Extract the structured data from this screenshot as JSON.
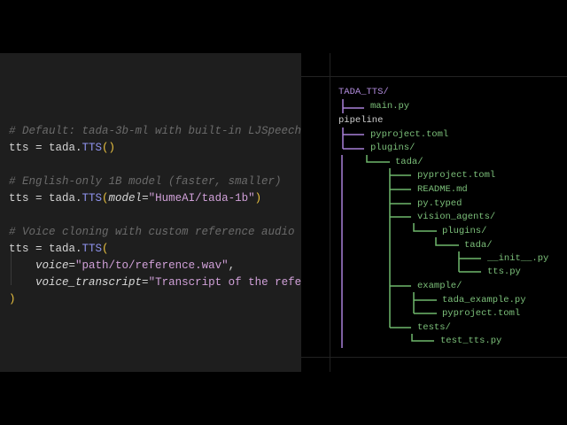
{
  "code": {
    "lines": [
      {
        "tokens": [
          {
            "t": "comment",
            "v": "# Default: tada-3b-ml with built-in LJSpeech"
          }
        ]
      },
      {
        "tokens": [
          {
            "t": "plain",
            "v": "tts = tada."
          },
          {
            "t": "fn",
            "v": "TTS"
          },
          {
            "t": "paren",
            "v": "()"
          }
        ]
      },
      {
        "tokens": [
          {
            "t": "comment",
            "v": "# English-only 1B model (faster, smaller)"
          }
        ]
      },
      {
        "tokens": [
          {
            "t": "plain",
            "v": "tts = tada."
          },
          {
            "t": "fn",
            "v": "TTS"
          },
          {
            "t": "paren",
            "v": "("
          },
          {
            "t": "param",
            "v": "model"
          },
          {
            "t": "plain",
            "v": "="
          },
          {
            "t": "str",
            "v": "\"HumeAI/tada-1b\""
          },
          {
            "t": "paren",
            "v": ")"
          }
        ]
      },
      {
        "tokens": [
          {
            "t": "comment",
            "v": "# Voice cloning with custom reference audio"
          }
        ]
      },
      {
        "tokens": [
          {
            "t": "plain",
            "v": "tts = tada."
          },
          {
            "t": "fn",
            "v": "TTS"
          },
          {
            "t": "paren",
            "v": "("
          }
        ]
      },
      {
        "tokens": [
          {
            "t": "plain",
            "v": "    "
          },
          {
            "t": "param",
            "v": "voice"
          },
          {
            "t": "plain",
            "v": "="
          },
          {
            "t": "str",
            "v": "\"path/to/reference.wav\""
          },
          {
            "t": "plain",
            "v": ","
          }
        ]
      },
      {
        "tokens": [
          {
            "t": "plain",
            "v": "    "
          },
          {
            "t": "param",
            "v": "voice_transcript"
          },
          {
            "t": "plain",
            "v": "="
          },
          {
            "t": "str",
            "v": "\"Transcript of the reference audio\""
          }
        ]
      },
      {
        "tokens": [
          {
            "t": "paren",
            "v": ")"
          }
        ]
      }
    ]
  },
  "tree": {
    "items": [
      {
        "label": "TADA_TTS/",
        "kind": "root"
      },
      {
        "label": "main.py",
        "kind": "file"
      },
      {
        "label": "pipeline",
        "kind": "plain"
      },
      {
        "label": "pyproject.toml",
        "kind": "file"
      },
      {
        "label": "plugins/",
        "kind": "file"
      },
      {
        "label": "tada/",
        "kind": "file"
      },
      {
        "label": "pyproject.toml",
        "kind": "file"
      },
      {
        "label": "README.md",
        "kind": "file"
      },
      {
        "label": "py.typed",
        "kind": "file"
      },
      {
        "label": "vision_agents/",
        "kind": "file"
      },
      {
        "label": "plugins/",
        "kind": "file"
      },
      {
        "label": "tada/",
        "kind": "file"
      },
      {
        "label": "__init__.py",
        "kind": "file"
      },
      {
        "label": "tts.py",
        "kind": "file"
      },
      {
        "label": "example/",
        "kind": "file"
      },
      {
        "label": "tada_example.py",
        "kind": "file"
      },
      {
        "label": "pyproject.toml",
        "kind": "file"
      },
      {
        "label": "tests/",
        "kind": "file"
      },
      {
        "label": "test_tts.py",
        "kind": "file"
      }
    ]
  },
  "colors": {
    "root_branch": "#a880d8",
    "branch": "#6fb86c",
    "comment": "#6b6b6b",
    "function": "#8f93ee",
    "string": "#d0a0d8",
    "paren": "#e8c040"
  }
}
